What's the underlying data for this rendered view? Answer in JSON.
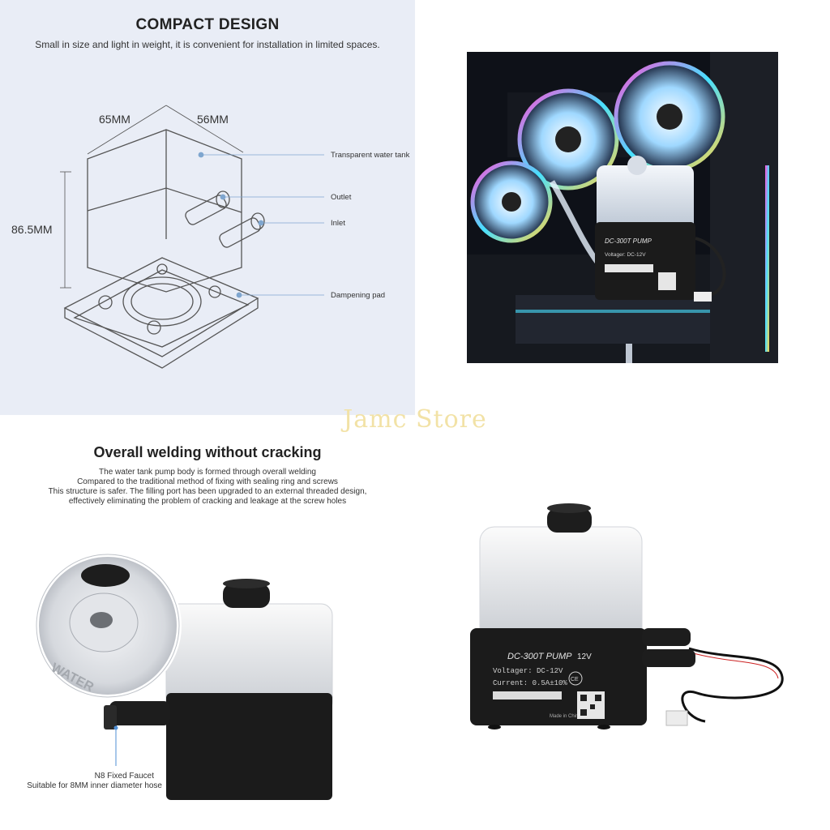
{
  "compact": {
    "title": "COMPACT DESIGN",
    "subtitle": "Small in size and light in weight, it is convenient for installation in limited spaces.",
    "dims": {
      "width": "65MM",
      "depth": "56MM",
      "height": "86.5MM"
    },
    "callouts": {
      "tank": "Transparent water tank",
      "outlet": "Outlet",
      "inlet": "Inlet",
      "pad": "Dampening pad"
    }
  },
  "watermark": "Jamc Store",
  "welding": {
    "title": "Overall welding without cracking",
    "lines": [
      "The water tank pump body is formed through overall welding",
      "Compared to the traditional method of fixing with sealing ring and screws",
      "This structure is safer. The filling port has been upgraded to an external threaded design,",
      "effectively eliminating the problem of cracking and leakage at the screw holes"
    ],
    "faucet_caption": [
      "N8 Fixed Faucet",
      "Suitable for 8MM inner diameter hose"
    ],
    "magnifier_text": "WATER"
  },
  "pump_label": {
    "model": "DC-300T PUMP",
    "rating": "12V",
    "voltage": "Voltager:  DC-12V",
    "current": "Current:  0.5A±10%",
    "made": "Made in China",
    "ce": "CE"
  },
  "colors": {
    "panel_bg": "#e9edf6",
    "watermark": "#f2e2a6",
    "pump_body": "#1b1b1b"
  }
}
